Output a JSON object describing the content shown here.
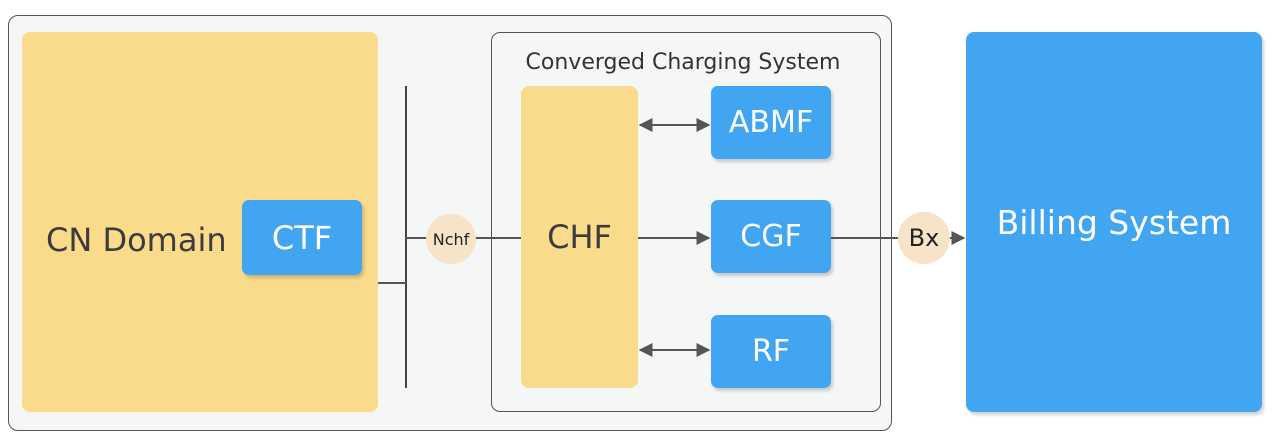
{
  "diagram": {
    "nodes": {
      "cn_domain": "CN Domain",
      "ctf": "CTF",
      "ccs_title": "Converged Charging System",
      "chf": "CHF",
      "abmf": "ABMF",
      "cgf": "CGF",
      "rf": "RF",
      "billing": "Billing System"
    },
    "interfaces": {
      "nchf": "Nchf",
      "bx": "Bx"
    },
    "colors": {
      "domain_fill": "#fadb8c",
      "function_fill": "#42a5f2",
      "interface_fill": "#f6e3c8",
      "connector": "#555555"
    }
  }
}
